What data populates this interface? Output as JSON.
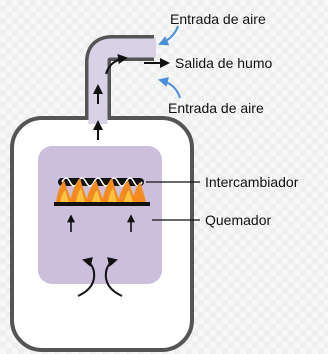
{
  "labels": {
    "air_inlet_top": "Entrada de aire",
    "smoke_outlet": "Salida de humo",
    "air_inlet_bottom": "Entrada de aire",
    "heat_exchanger": "Intercambiador",
    "burner": "Quemador"
  },
  "colors": {
    "casing_stroke": "#555555",
    "flue_fill": "#d9d2e6",
    "chamber_fill": "#cbbfdc",
    "flame_outer": "#f58a1f",
    "flame_inner": "#fbc340",
    "air_arrow": "#4a90d9"
  }
}
